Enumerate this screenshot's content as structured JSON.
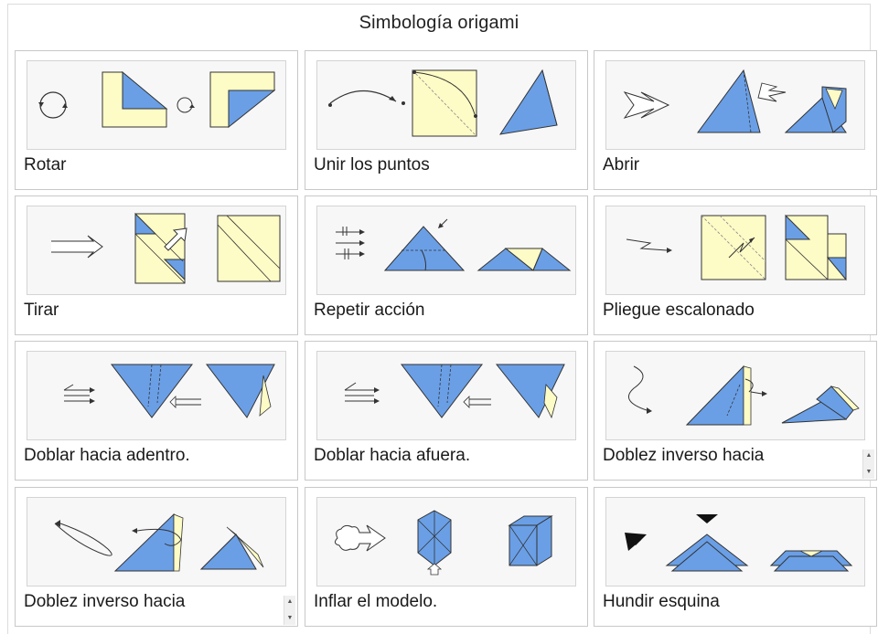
{
  "title": "Simbología origami",
  "colors": {
    "blue": "#6a9fe6",
    "paper": "#fdfbc6",
    "stroke": "#333333",
    "panel": "#f7f7f7"
  },
  "cells": [
    {
      "label": "Rotar"
    },
    {
      "label": "Unir los puntos"
    },
    {
      "label": "Abrir"
    },
    {
      "label": "Tirar"
    },
    {
      "label": "Repetir acción"
    },
    {
      "label": "Pliegue escalonado"
    },
    {
      "label": "Doblar hacia adentro."
    },
    {
      "label": "Doblar hacia afuera."
    },
    {
      "label": "Doblez inverso hacia",
      "scroll": true
    },
    {
      "label": "Doblez inverso hacia",
      "scroll": true
    },
    {
      "label": "Inflar el modelo."
    },
    {
      "label": "Hundir esquina"
    }
  ]
}
